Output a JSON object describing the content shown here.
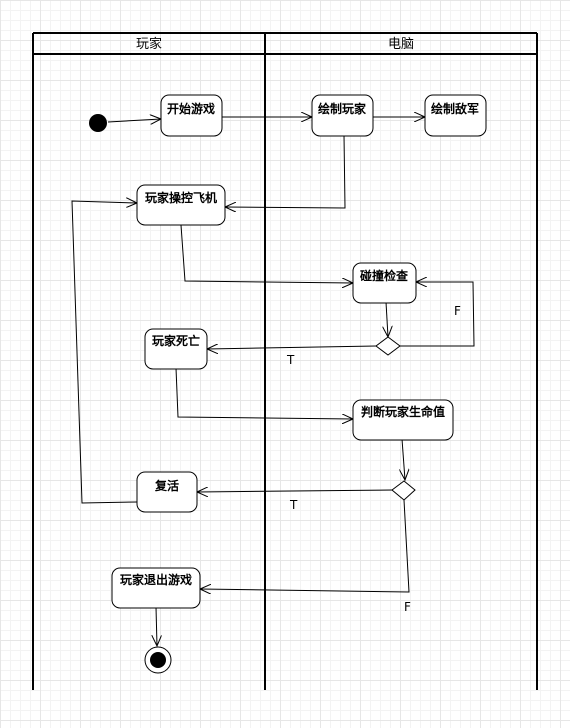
{
  "lanes": {
    "player": "玩家",
    "computer": "电脑"
  },
  "nodes": {
    "start_game": "开始游戏",
    "draw_player": "绘制玩家",
    "draw_enemy": "绘制敌军",
    "control_plane": "玩家操控飞机",
    "collision_check": "碰撞检查",
    "player_dead": "玩家死亡",
    "judge_lives": "判断玩家生命值",
    "revive": "复活",
    "exit_game": "玩家退出游戏"
  },
  "edges": {
    "collision_false": "F",
    "collision_true": "T",
    "lives_true": "T",
    "lives_false": "F"
  }
}
